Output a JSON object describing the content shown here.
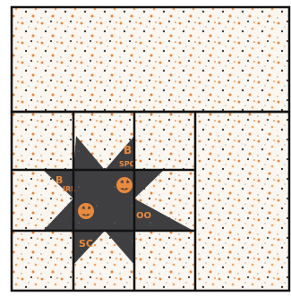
{
  "quilt": {
    "background_fabric": {
      "base_color": "#fbf6ef",
      "dot_colors": [
        "#e8843a",
        "#f0a25e",
        "#3d3d3f",
        "#c9c2b8"
      ]
    },
    "star_fabric": {
      "base_color": "#3f3f42",
      "accent_color": "#e98a3d",
      "motifs": [
        "jack-o-lantern",
        "boo-text",
        "spooky-text"
      ],
      "printed_words": [
        "BOO",
        "SPOOKY"
      ]
    },
    "seam_color": "#111111",
    "block_layout": "top banner with 3x3 sawtooth star block bottom-left and plain panel bottom-right"
  }
}
